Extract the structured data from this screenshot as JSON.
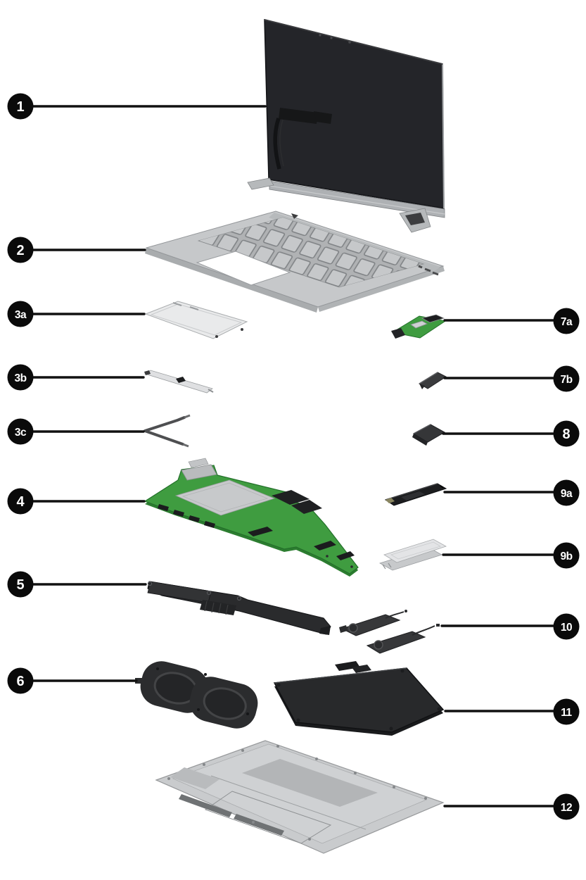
{
  "callouts": [
    {
      "label": "1",
      "part": "display-assembly"
    },
    {
      "label": "2",
      "part": "top-cover-with-keyboard"
    },
    {
      "label": "3a",
      "part": "touchpad"
    },
    {
      "label": "3b",
      "part": "touchpad-bracket"
    },
    {
      "label": "3c",
      "part": "touchpad-support-bracket"
    },
    {
      "label": "4",
      "part": "system-board"
    },
    {
      "label": "5",
      "part": "heat-sink"
    },
    {
      "label": "6",
      "part": "fans"
    },
    {
      "label": "7a",
      "part": "usb-board"
    },
    {
      "label": "7b",
      "part": "usb-board-bracket"
    },
    {
      "label": "8",
      "part": "wlan-module"
    },
    {
      "label": "9a",
      "part": "solid-state-drive"
    },
    {
      "label": "9b",
      "part": "ssd-shield"
    },
    {
      "label": "10",
      "part": "speakers"
    },
    {
      "label": "11",
      "part": "battery"
    },
    {
      "label": "12",
      "part": "bottom-cover"
    }
  ],
  "colors": {
    "background": "#ffffff",
    "callout_fill": "#0a0a0a",
    "callout_text": "#ffffff",
    "leader_line": "#111111",
    "board_green": "#3f9c40",
    "metal_silver": "#c7c9cb",
    "dark_component": "#28292b"
  }
}
